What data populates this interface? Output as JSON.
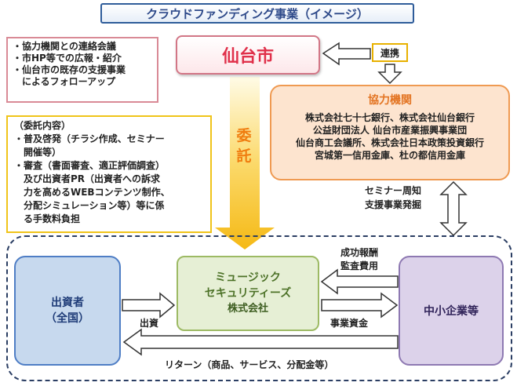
{
  "title": "クラウドファンディング事業（イメージ）",
  "sendai_note": {
    "lines": [
      "・協力機関との連絡会議",
      "・市HP等での広報・紹介",
      "・仙台市の既存の支援事業",
      "　によるフォローアップ"
    ]
  },
  "sendai": "仙台市",
  "renkei": "連携",
  "kyoryoku": {
    "heading": "協力機関",
    "lines": [
      "株式会社七十七銀行、株式会社仙台銀行",
      "公益財団法人 仙台市産業振興事業団",
      "仙台商工会議所、株式会社日本政策投資銀行",
      "宮城第一信用金庫、杜の都信用金庫"
    ]
  },
  "consign_note": {
    "lines": [
      "（委託内容）",
      "・普及啓発（チラシ作成、セミナー",
      "　開催等）",
      "・審査（書面審査、適正評価調査）",
      "　及び出資者PR（出資者への訴求",
      "　力を高めるWEBコンテンツ制作、",
      "　分配シミュレーション等）等に係",
      "　る手数料負担"
    ]
  },
  "itaku": [
    "委",
    "託"
  ],
  "seminar": [
    "セミナー周知",
    "支援事業発掘"
  ],
  "investor": [
    "出資者",
    "（全国）"
  ],
  "music": [
    "ミュージック",
    "セキュリティーズ",
    "株式会社"
  ],
  "sme": "中小企業等",
  "labels": {
    "fee": [
      "成功報酬",
      "監査費用"
    ],
    "invest": "出資",
    "fund": "事業資金",
    "return": "リターン（商品、サービス、分配金等）"
  },
  "colors": {
    "title_border": "#2e5c9a",
    "sendai_text": "#e0304a",
    "kyoryoku_fill": "#fde4cf",
    "consign_arrow": "#f5b915",
    "investor_fill": "#c7d9ee",
    "music_fill": "#e6efd5",
    "sme_fill": "#dcd2ea"
  }
}
